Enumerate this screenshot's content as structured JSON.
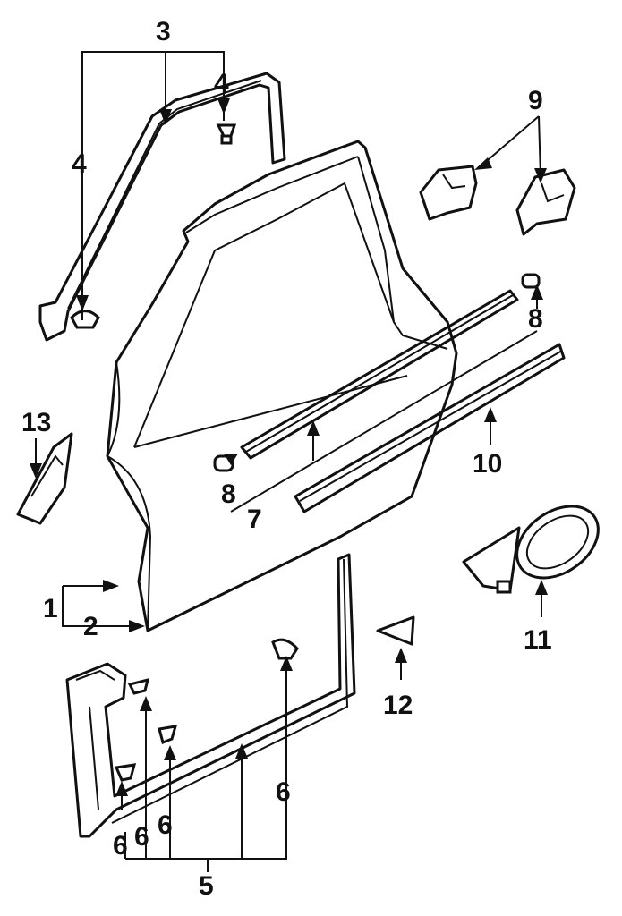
{
  "callouts": [
    {
      "id": "c1",
      "text": "1"
    },
    {
      "id": "c2",
      "text": "2"
    },
    {
      "id": "c3",
      "text": "3"
    },
    {
      "id": "c4a",
      "text": "4"
    },
    {
      "id": "c4b",
      "text": "4"
    },
    {
      "id": "c5",
      "text": "5"
    },
    {
      "id": "c6a",
      "text": "6"
    },
    {
      "id": "c6b",
      "text": "6"
    },
    {
      "id": "c6c",
      "text": "6"
    },
    {
      "id": "c6d",
      "text": "6"
    },
    {
      "id": "c7",
      "text": "7"
    },
    {
      "id": "c8a",
      "text": "8"
    },
    {
      "id": "c8b",
      "text": "8"
    },
    {
      "id": "c9",
      "text": "9"
    },
    {
      "id": "c10",
      "text": "10"
    },
    {
      "id": "c11",
      "text": "11"
    },
    {
      "id": "c12",
      "text": "12"
    },
    {
      "id": "c13",
      "text": "13"
    }
  ]
}
